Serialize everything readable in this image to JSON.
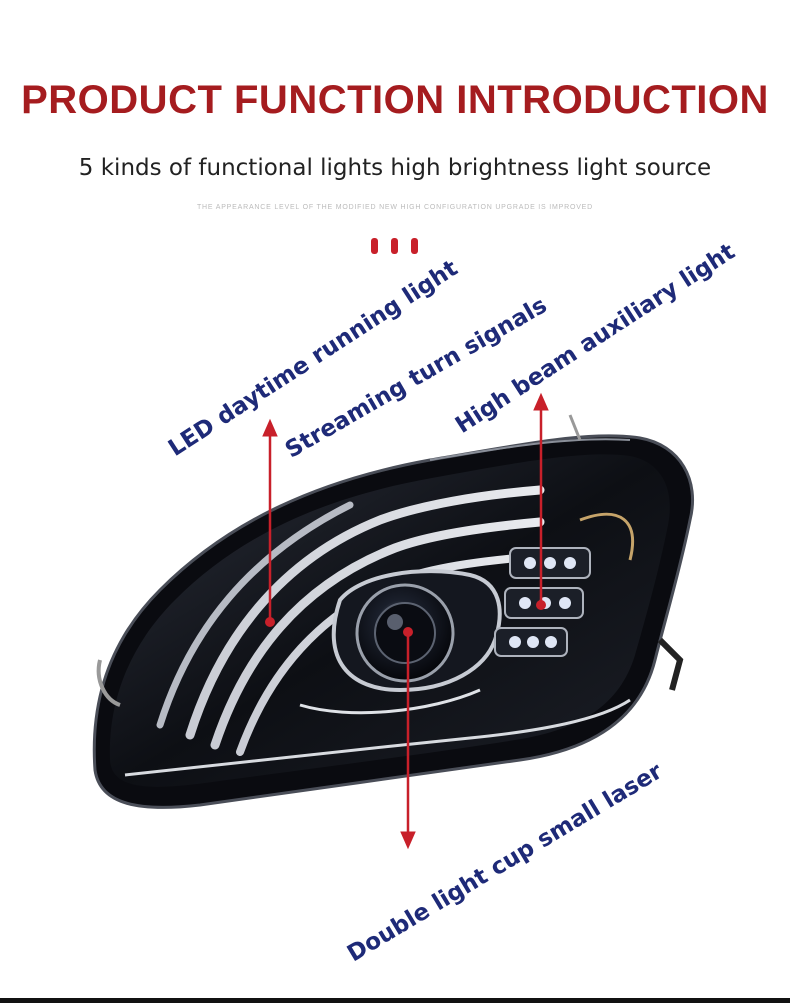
{
  "header": {
    "title": "PRODUCT FUNCTION INTRODUCTION",
    "subtitle": "5 kinds of functional lights high brightness light source",
    "tagline": "THE APPEARANCE LEVEL OF THE MODIFIED NEW HIGH CONFIGURATION UPGRADE IS IMPROVED"
  },
  "callouts": {
    "daytime": "LED daytime running light",
    "turn": "Streaming turn signals",
    "highbeam": "High beam auxiliary light",
    "laser": "Double light cup small laser"
  },
  "colors": {
    "title": "#a51c1f",
    "label": "#1e2a78",
    "accent": "#c8202a",
    "lamp_body": "#111318"
  }
}
